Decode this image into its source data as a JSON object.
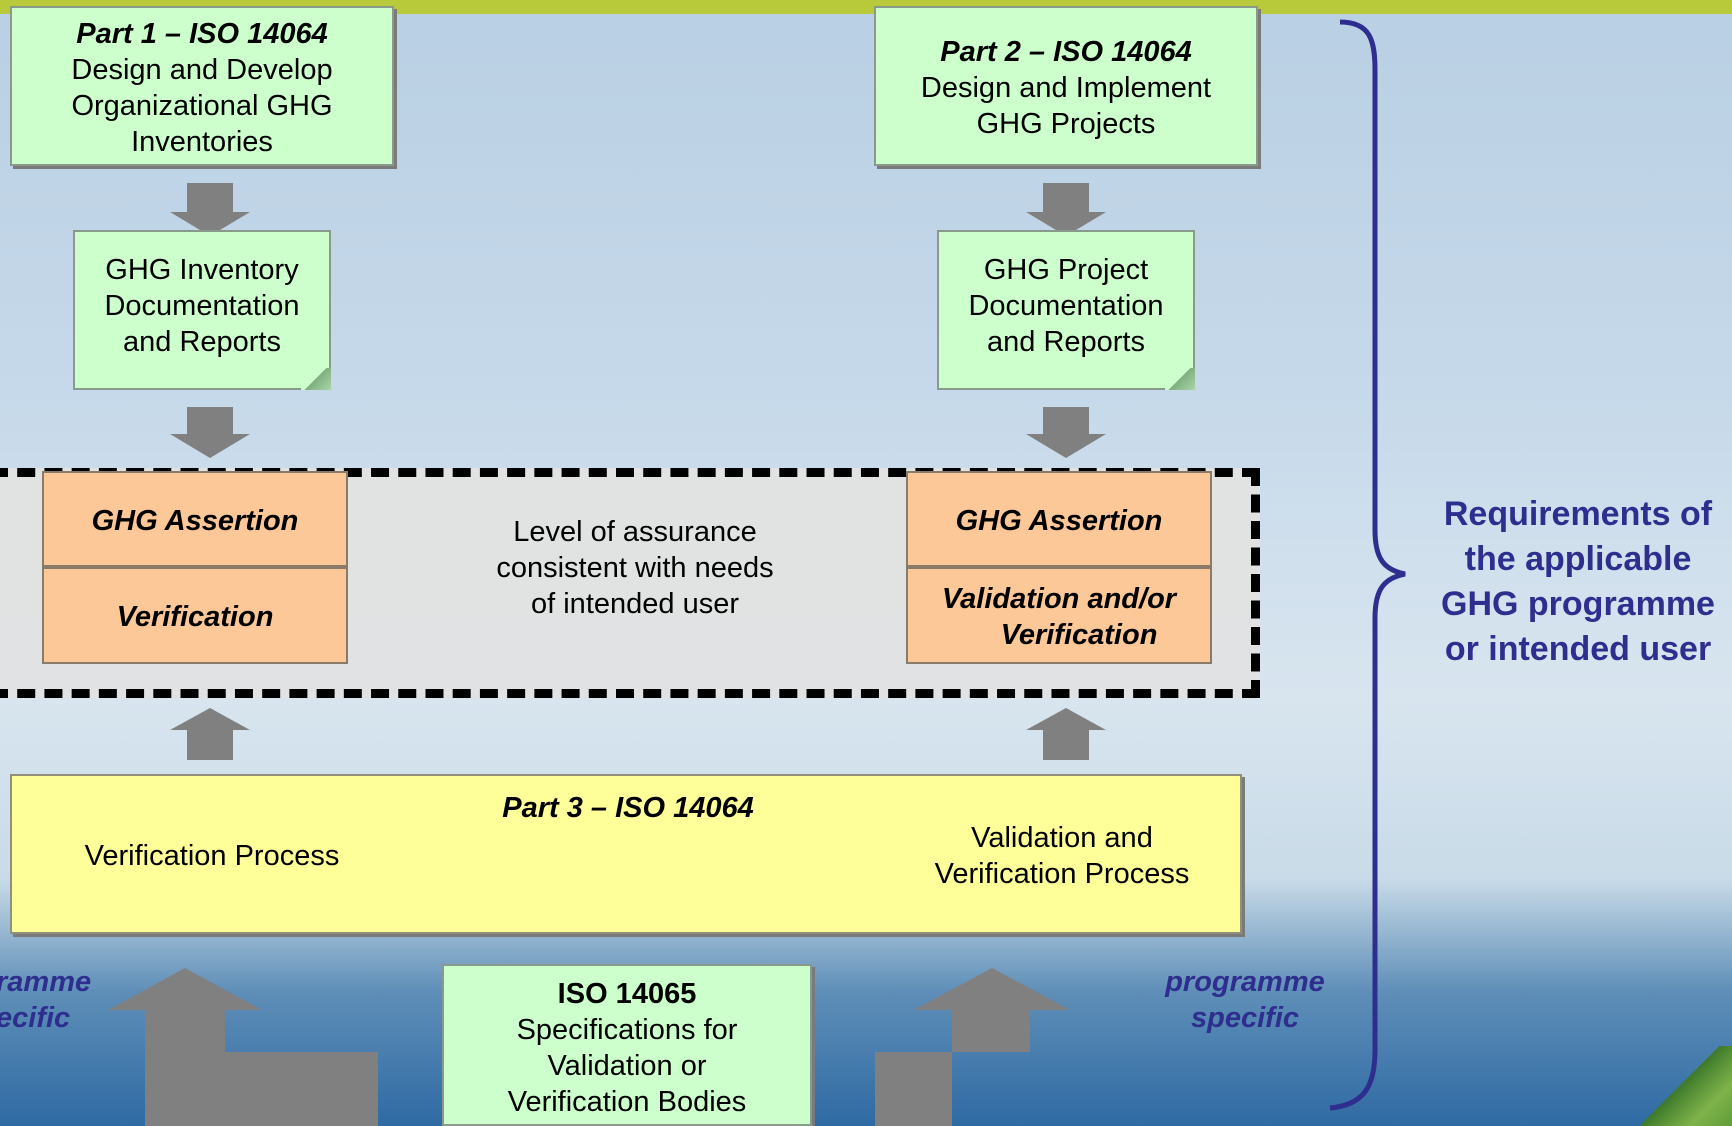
{
  "part1": {
    "title": "Part 1 – ISO 14064",
    "lines": [
      "Design and Develop",
      "Organizational GHG",
      "Inventories"
    ]
  },
  "part2": {
    "title": "Part 2 – ISO 14064",
    "lines": [
      "Design and Implement",
      "GHG Projects"
    ]
  },
  "inv_doc": {
    "lines": [
      "GHG Inventory",
      "Documentation",
      "and Reports"
    ]
  },
  "proj_doc": {
    "lines": [
      "GHG Project",
      "Documentation",
      "and Reports"
    ]
  },
  "left_assertion": "GHG Assertion",
  "left_verification": "Verification",
  "right_assertion": "GHG Assertion",
  "right_validation": [
    "Validation and/or",
    "Verification"
  ],
  "assurance": [
    "Level of assurance",
    "consistent with needs",
    "of intended user"
  ],
  "part3": {
    "title": "Part 3 – ISO 14064",
    "left": "Verification Process",
    "right": [
      "Validation and",
      "Verification Process"
    ]
  },
  "iso14065": {
    "title": "ISO 14065",
    "lines": [
      "Specifications for",
      "Validation or",
      "Verification Bodies"
    ]
  },
  "left_prog": [
    "ramme",
    "ecific"
  ],
  "right_prog": [
    "programme",
    "specific"
  ],
  "requirements": [
    "Requirements of",
    "the applicable",
    "GHG programme",
    "or intended user"
  ],
  "colors": {
    "green_box": "#ccffcc",
    "orange_box": "#fdc897",
    "yellow_box": "#ffff99",
    "arrow": "#808080",
    "requirements_text": "#2e2e8f"
  }
}
